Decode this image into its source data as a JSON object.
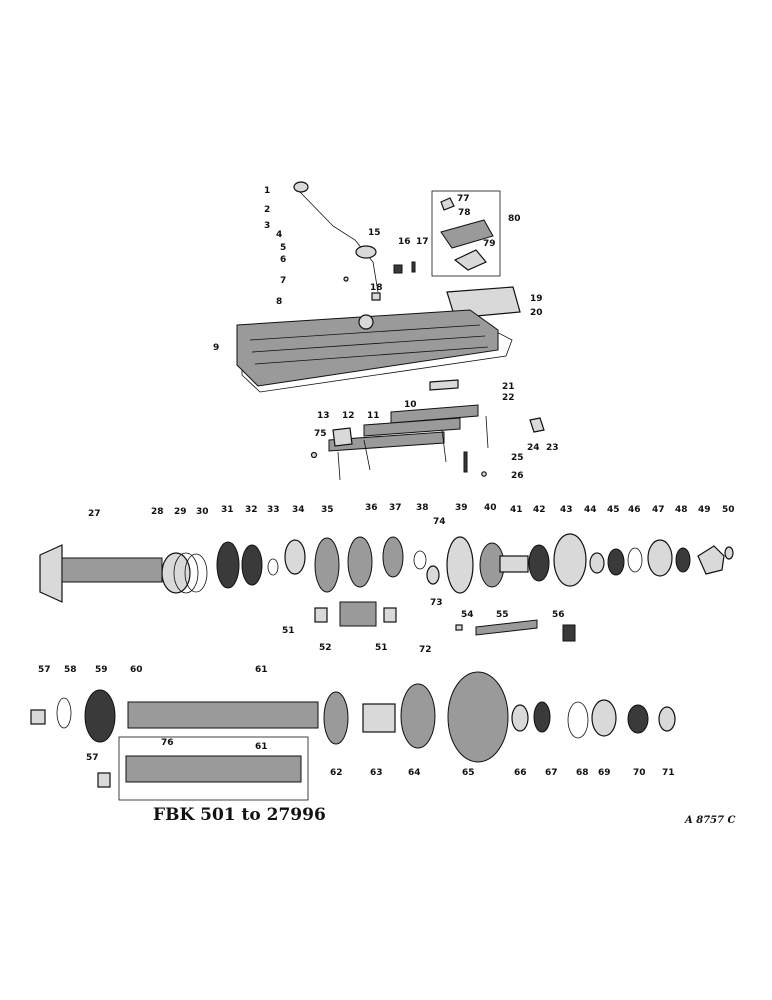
{
  "diagram": {
    "caption": "FBK 501 to 27996",
    "code": "A 8757 C",
    "labels": [
      "1",
      "2",
      "3",
      "4",
      "5",
      "6",
      "7",
      "8",
      "9",
      "10",
      "11",
      "12",
      "13",
      "15",
      "16",
      "17",
      "18",
      "19",
      "20",
      "21",
      "22",
      "23",
      "24",
      "25",
      "26",
      "27",
      "28",
      "29",
      "30",
      "31",
      "32",
      "33",
      "34",
      "35",
      "36",
      "37",
      "38",
      "39",
      "40",
      "41",
      "42",
      "43",
      "44",
      "45",
      "46",
      "47",
      "48",
      "49",
      "50",
      "51",
      "51",
      "52",
      "54",
      "55",
      "56",
      "57",
      "57",
      "58",
      "59",
      "60",
      "61",
      "61",
      "62",
      "63",
      "64",
      "65",
      "66",
      "67",
      "68",
      "69",
      "70",
      "71",
      "72",
      "73",
      "74",
      "75",
      "76",
      "77",
      "78",
      "79",
      "80"
    ]
  }
}
